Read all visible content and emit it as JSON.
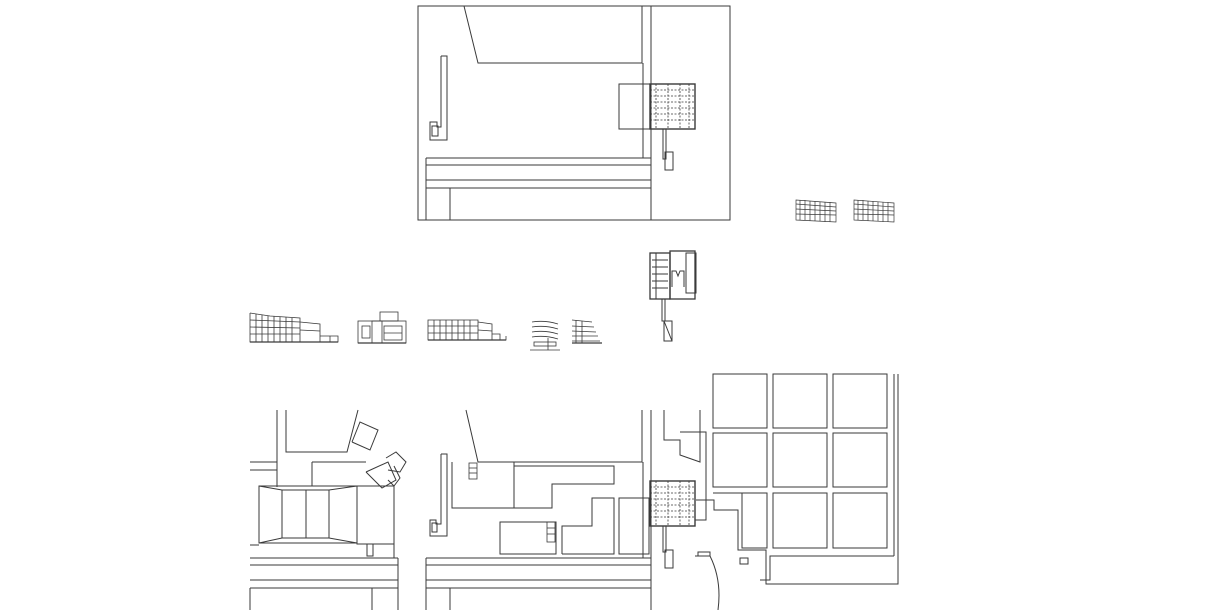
{
  "drawing": {
    "background": "#ffffff",
    "line_color": "#3a3a3a",
    "views": [
      "top-site-plan",
      "elevation-thumbnail-1",
      "elevation-thumbnail-2",
      "building-plan-detail",
      "side-elevations-row",
      "bottom-site-plan"
    ]
  }
}
